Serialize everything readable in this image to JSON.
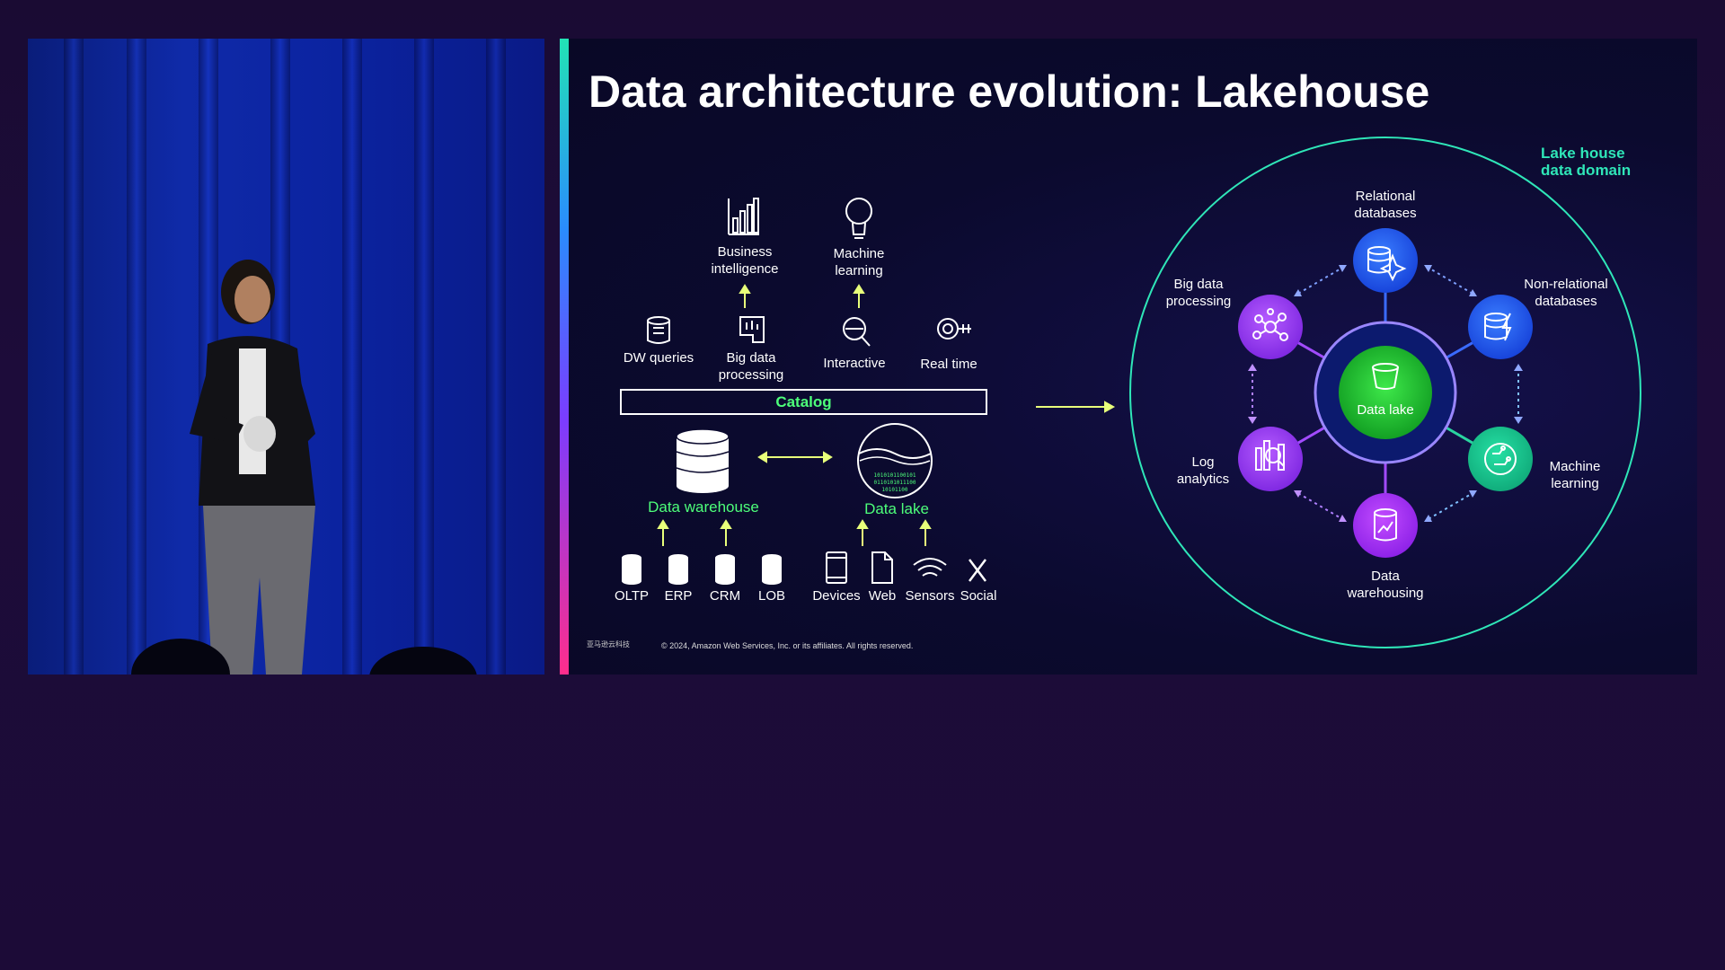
{
  "slide": {
    "title": "Data architecture evolution: Lakehouse",
    "footer": "© 2024, Amazon Web Services, Inc. or its affiliates. All rights reserved.",
    "logo_text": "亚马逊云科技",
    "left_diagram": {
      "top_labels": {
        "business_intelligence": "Business\nintelligence",
        "machine_learning": "Machine\nlearning",
        "dw_queries": "DW queries",
        "big_data_processing": "Big data\nprocessing",
        "interactive": "Interactive",
        "real_time": "Real time"
      },
      "catalog": "Catalog",
      "data_warehouse": "Data warehouse",
      "data_lake": "Data lake",
      "sources": [
        "OLTP",
        "ERP",
        "CRM",
        "LOB",
        "Devices",
        "Web",
        "Sensors",
        "Social"
      ]
    },
    "right_diagram": {
      "domain_label": "Lake house\ndata domain",
      "center": "Data lake",
      "nodes": {
        "relational": "Relational\ndatabases",
        "nonrelational": "Non-relational\ndatabases",
        "machine_learning": "Machine\nlearning",
        "data_warehousing": "Data\nwarehousing",
        "log_analytics": "Log\nanalytics",
        "big_data": "Big data\nprocessing"
      }
    },
    "colors": {
      "green": "#4dff7a",
      "teal": "#2fe6b8",
      "blue": "#1f5cff",
      "purple": "#9a3cff",
      "center_green": "#1fbf2e"
    }
  }
}
